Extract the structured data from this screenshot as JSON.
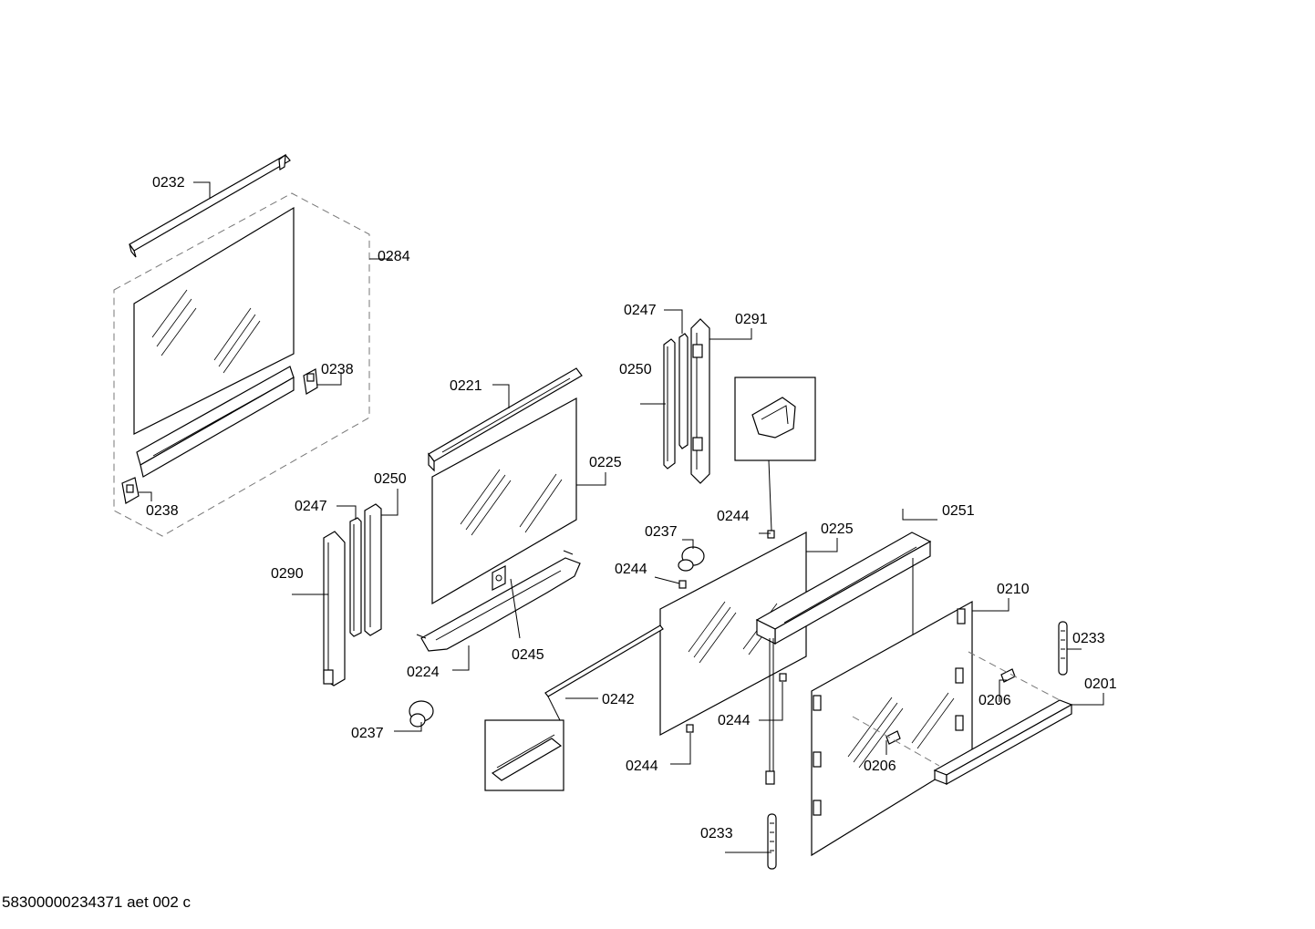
{
  "labels": {
    "l0232": "0232",
    "l0284": "0284",
    "l0238a": "0238",
    "l0238b": "0238",
    "l0221": "0221",
    "l0225a": "0225",
    "l0247a": "0247",
    "l0250a": "0250",
    "l0290": "0290",
    "l0224": "0224",
    "l0245": "0245",
    "l0237a": "0237",
    "l0247b": "0247",
    "l0291": "0291",
    "l0250b": "0250",
    "l0244a": "0244",
    "l0237b": "0237",
    "l0244b": "0244",
    "l0225b": "0225",
    "l0251": "0251",
    "l0210": "0210",
    "l0233a": "0233",
    "l0201": "0201",
    "l0206a": "0206",
    "l0206b": "0206",
    "l0242": "0242",
    "l0244c": "0244",
    "l0244d": "0244",
    "l0233b": "0233"
  },
  "footer": "58300000234371 aet 002 c"
}
